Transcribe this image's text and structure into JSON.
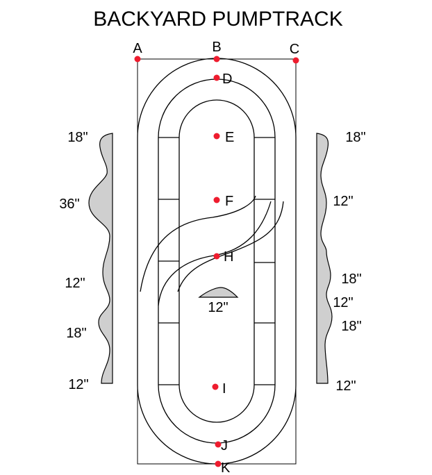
{
  "title": "BACKYARD PUMPTRACK",
  "point_color": "#ee1c2e",
  "profile_fill": "#cfcfcf",
  "points": [
    {
      "label": "A"
    },
    {
      "label": "B"
    },
    {
      "label": "C"
    },
    {
      "label": "D"
    },
    {
      "label": "E"
    },
    {
      "label": "F"
    },
    {
      "label": "H"
    },
    {
      "label": "I"
    },
    {
      "label": "J"
    },
    {
      "label": "K"
    }
  ],
  "left_profile_labels": [
    "18\"",
    "36\"",
    "12\"",
    "18\"",
    "12\""
  ],
  "right_profile_labels": [
    "18\"",
    "12\"",
    "18\"",
    "12\"",
    "18\"",
    "12\""
  ],
  "center_bump_label": "12\""
}
